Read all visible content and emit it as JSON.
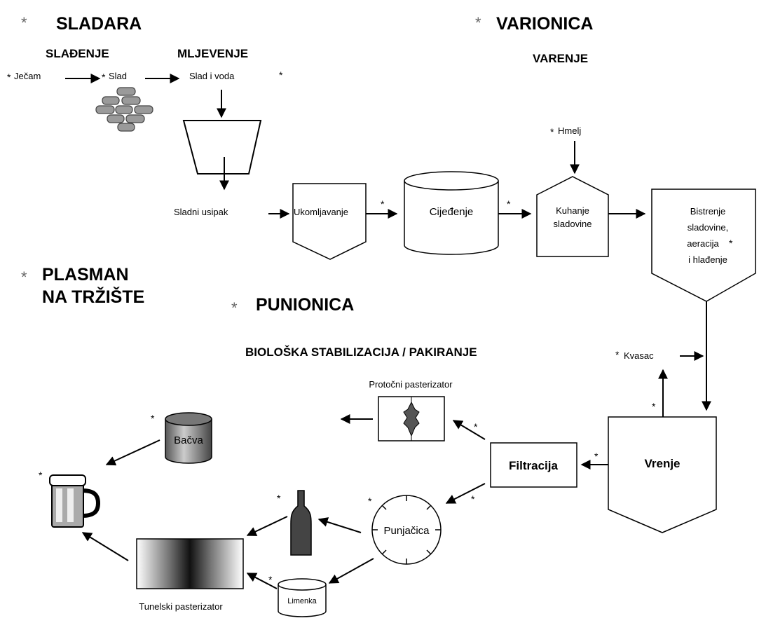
{
  "sections": {
    "sladara": "SLADARA",
    "varionica": "VARIONICA",
    "plasman_1": "PLASMAN",
    "plasman_2": "NA TRŽIŠTE",
    "punionica": "PUNIONICA"
  },
  "subsections": {
    "sladenje": "SLAĐENJE",
    "mljevenje": "MLJEVENJE",
    "varenje": "VARENJE",
    "bio_stab": "BIOLOŠKA STABILIZACIJA / PAKIRANJE"
  },
  "labels": {
    "jecam": "Ječam",
    "slad": "Slad",
    "slad_voda": "Slad i voda",
    "hmelj": "Hmelj",
    "sladni_usipak": "Sladni usipak",
    "ukomljavanje": "Ukomljavanje",
    "cijedenje": "Cijeđenje",
    "kuhanje_1": "Kuhanje",
    "kuhanje_2": "sladovine",
    "bistrenje_1": "Bistrenje",
    "bistrenje_2": "sladovine,",
    "bistrenje_3": "aeracija",
    "bistrenje_4": "i hlađenje",
    "kvasac": "Kvasac",
    "protocni": "Protočni pasterizator",
    "filtracija": "Filtracija",
    "vrenje": "Vrenje",
    "bacva": "Bačva",
    "punjacica": "Punjačica",
    "limenka": "Limenka",
    "tunelski": "Tunelski pasterizator"
  },
  "marker": "*"
}
